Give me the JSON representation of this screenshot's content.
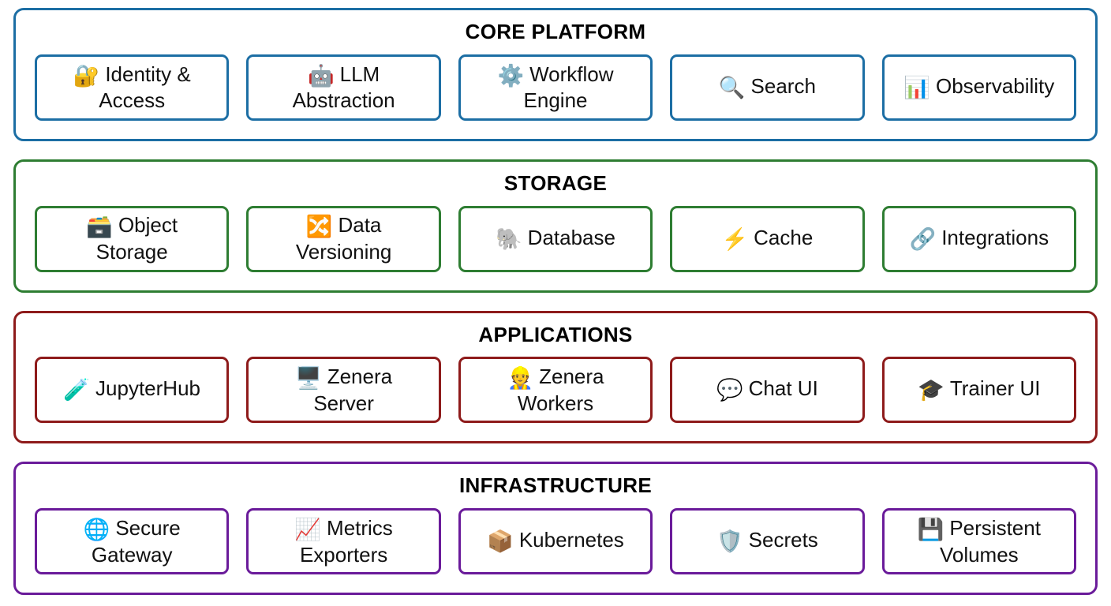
{
  "sections": [
    {
      "title": "CORE PLATFORM",
      "color": "#1C6EA4",
      "items": [
        {
          "icon": "🔐",
          "icon_name": "lock-with-key-icon",
          "label": "Identity &\nAccess"
        },
        {
          "icon": "🤖",
          "icon_name": "robot-icon",
          "label": "LLM\nAbstraction"
        },
        {
          "icon": "⚙️",
          "icon_name": "gears-icon",
          "label": "Workflow\nEngine"
        },
        {
          "icon": "🔍",
          "icon_name": "magnifying-glass-icon",
          "label": "Search"
        },
        {
          "icon": "📊",
          "icon_name": "bar-chart-icon",
          "label": "Observability"
        }
      ]
    },
    {
      "title": "STORAGE",
      "color": "#2E7D32",
      "items": [
        {
          "icon": "🗃️",
          "icon_name": "card-file-box-icon",
          "label": "Object\nStorage"
        },
        {
          "icon": "🔀",
          "icon_name": "shuffle-arrows-icon",
          "label": "Data\nVersioning"
        },
        {
          "icon": "🐘",
          "icon_name": "postgres-elephant-icon",
          "label": "Database"
        },
        {
          "icon": "⚡",
          "icon_name": "lightning-bolt-icon",
          "label": "Cache"
        },
        {
          "icon": "🔗",
          "icon_name": "link-icon",
          "label": "Integrations"
        }
      ]
    },
    {
      "title": "APPLICATIONS",
      "color": "#8E1B1B",
      "items": [
        {
          "icon": "🧪",
          "icon_name": "test-tube-icon",
          "label": "JupyterHub"
        },
        {
          "icon": "🖥️",
          "icon_name": "desktop-computer-icon",
          "label": "Zenera\nServer"
        },
        {
          "icon": "👷",
          "icon_name": "construction-worker-icon",
          "label": "Zenera\nWorkers"
        },
        {
          "icon": "💬",
          "icon_name": "speech-balloon-icon",
          "label": "Chat UI"
        },
        {
          "icon": "🎓",
          "icon_name": "graduation-cap-icon",
          "label": "Trainer UI"
        }
      ]
    },
    {
      "title": "INFRASTRUCTURE",
      "color": "#6A1B9A",
      "items": [
        {
          "icon": "🌐",
          "icon_name": "globe-icon",
          "label": "Secure\nGateway"
        },
        {
          "icon": "📈",
          "icon_name": "chart-increasing-icon",
          "label": "Metrics\nExporters"
        },
        {
          "icon": "📦",
          "icon_name": "package-icon",
          "label": "Kubernetes"
        },
        {
          "icon": "🛡️",
          "icon_name": "shield-icon",
          "label": "Secrets"
        },
        {
          "icon": "💾",
          "icon_name": "floppy-disk-icon",
          "label": "Persistent\nVolumes"
        }
      ]
    }
  ]
}
